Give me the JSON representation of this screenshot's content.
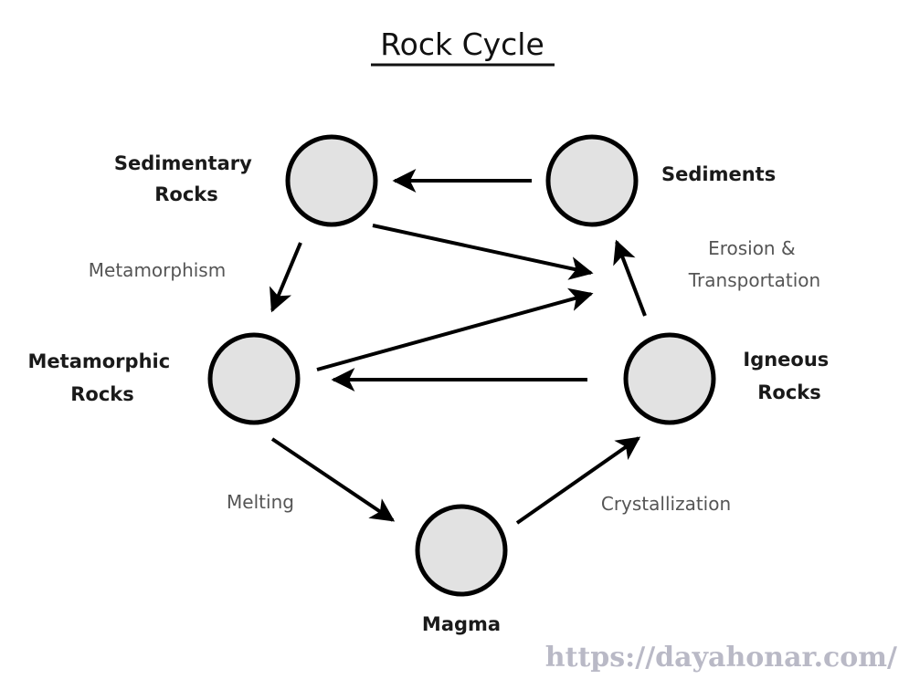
{
  "title": "Rock Cycle",
  "nodes": [
    {
      "id": "sedimentary",
      "label_lines": [
        "Sedimentary",
        "Rocks"
      ]
    },
    {
      "id": "sediments",
      "label_lines": [
        "Sediments"
      ]
    },
    {
      "id": "metamorphic",
      "label_lines": [
        "Metamorphic",
        "Rocks"
      ]
    },
    {
      "id": "igneous",
      "label_lines": [
        "Igneous",
        "Rocks"
      ]
    },
    {
      "id": "magma",
      "label_lines": [
        "Magma"
      ]
    }
  ],
  "processes": [
    {
      "id": "metamorphism",
      "label_lines": [
        "Metamorphism"
      ]
    },
    {
      "id": "erosion",
      "label_lines": [
        "Erosion &",
        "Transportation"
      ]
    },
    {
      "id": "melting",
      "label_lines": [
        "Melting"
      ]
    },
    {
      "id": "crystallization",
      "label_lines": [
        "Crystallization"
      ]
    }
  ],
  "edges": [
    {
      "from": "sediments",
      "to": "sedimentary"
    },
    {
      "from": "sedimentary",
      "to": "metamorphic"
    },
    {
      "from": "sedimentary",
      "to": "erosion"
    },
    {
      "from": "metamorphic",
      "to": "erosion"
    },
    {
      "from": "igneous",
      "to": "sediments"
    },
    {
      "from": "igneous",
      "to": "metamorphic"
    },
    {
      "from": "metamorphic",
      "to": "magma"
    },
    {
      "from": "magma",
      "to": "igneous"
    }
  ],
  "watermark": "https://dayahonar.com/",
  "colors": {
    "circle_fill": "#e2e2e2",
    "stroke": "#000000",
    "process_text": "#555555",
    "watermark": "#b9b9c6"
  }
}
